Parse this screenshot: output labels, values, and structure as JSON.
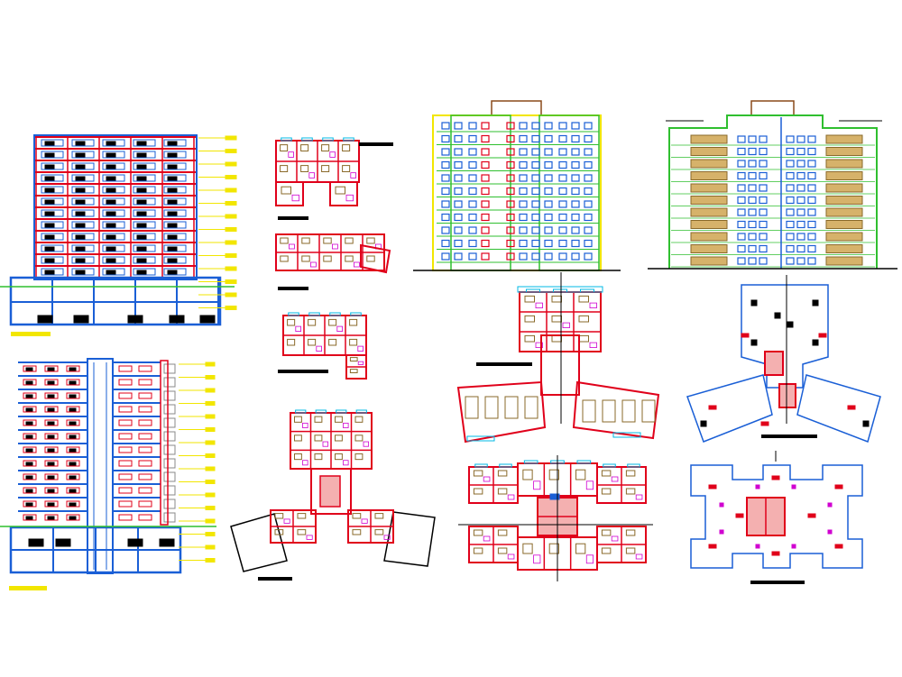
{
  "drawing_sheet": {
    "palette": {
      "wall_red": "#e0001a",
      "window_blue": "#1a5fd6",
      "dim_yellow": "#f2e600",
      "floor_green": "#2fbf2f",
      "furniture_brown": "#8a6a2a",
      "annot_magenta": "#d000d0",
      "ink_black": "#000000",
      "cyan": "#00b8e6"
    },
    "views": [
      {
        "id": "section-a",
        "kind": "building-section",
        "floors": 12
      },
      {
        "id": "section-b",
        "kind": "building-section-core",
        "floors": 12
      },
      {
        "id": "plan-unit-1",
        "kind": "unit-floor-plan"
      },
      {
        "id": "plan-unit-2",
        "kind": "unit-floor-plan"
      },
      {
        "id": "plan-unit-3",
        "kind": "unit-floor-plan"
      },
      {
        "id": "plan-y-wing-1",
        "kind": "y-shaped-floor-plan"
      },
      {
        "id": "elevation-front",
        "kind": "front-elevation",
        "floors": 12
      },
      {
        "id": "elevation-side",
        "kind": "side-elevation",
        "floors": 12
      },
      {
        "id": "plan-y-typical",
        "kind": "y-shaped-typical-plan"
      },
      {
        "id": "plan-y-structure",
        "kind": "y-shaped-structural-plan"
      },
      {
        "id": "plan-cross-typical",
        "kind": "cross-shaped-typical-plan"
      },
      {
        "id": "plan-cross-structure",
        "kind": "cross-shaped-structural-plan"
      }
    ]
  }
}
